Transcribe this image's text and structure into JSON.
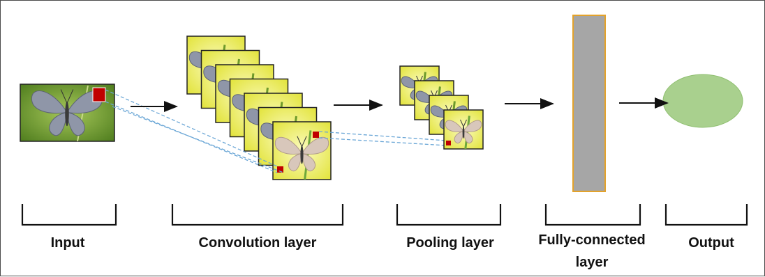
{
  "labels": {
    "input": "Input",
    "convolution": "Convolution layer",
    "pooling": "Pooling layer",
    "fully_connected_line1": "Fully-connected",
    "fully_connected_line2": "layer",
    "output": "Output"
  },
  "colors": {
    "red_marker": "#c00000",
    "dashed_line": "#6aa6d6",
    "fc_fill": "#a6a6a6",
    "fc_border": "#e3a22b",
    "output_fill": "#a9d08e",
    "output_stroke": "#8fbf70",
    "arrow": "#111111",
    "bracket": "#111111",
    "feature_bg": "#eaec40",
    "input_bg": "#6f9e2e",
    "butterfly_wing": "#9a8a7a"
  },
  "counts": {
    "convolution_maps": 7,
    "pooling_maps": 4
  }
}
